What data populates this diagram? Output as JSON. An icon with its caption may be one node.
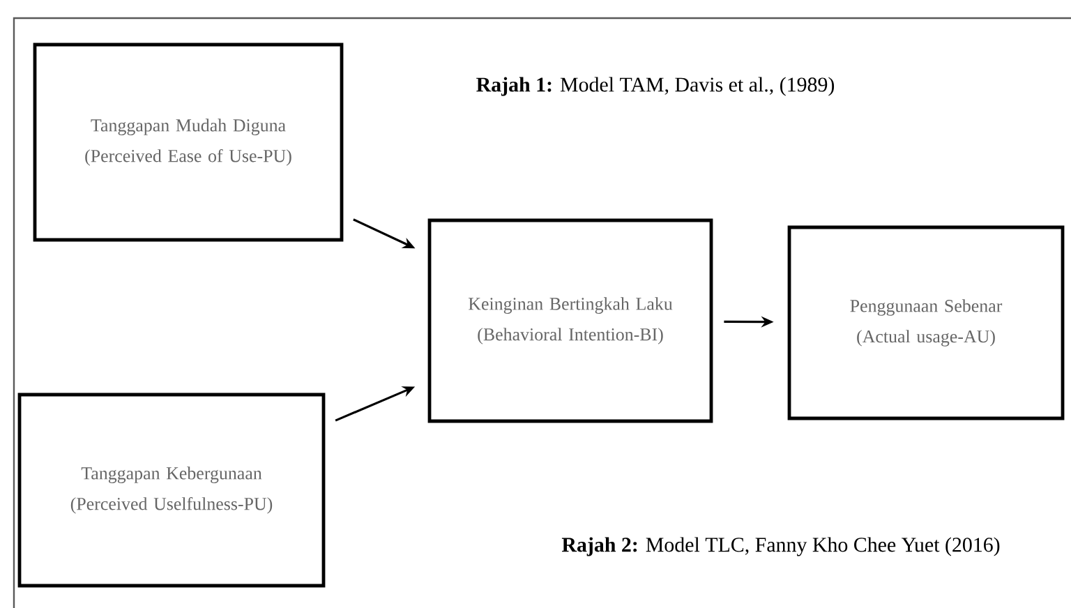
{
  "diagram": {
    "nodes": [
      {
        "text": [
          "Tanggapan Mudah Diguna",
          "(Perceived Ease of Use-PU)"
        ]
      },
      {
        "text": [
          "Keinginan Bertingkah Laku",
          "(Behavioral Intention-BI)"
        ]
      },
      {
        "text": [
          "Penggunaan Sebenar",
          "(Actual usage-AU)"
        ]
      },
      {
        "text": [
          "Tanggapan Kebergunaan",
          "(Perceived Uselfulness-PU)"
        ]
      }
    ],
    "edges": [
      {
        "from": 0,
        "to": 1,
        "arrow": "to"
      },
      {
        "from": 1,
        "to": 2,
        "arrow": "to"
      },
      {
        "from": 3,
        "to": 1,
        "arrow": "to"
      }
    ],
    "labels": [
      "**Rajah 1:** Model TAM, Davis et al., (1989)",
      "**Rajah 2:** Model TLC, Fanny Kho Chee Yuet (2016)"
    ]
  }
}
